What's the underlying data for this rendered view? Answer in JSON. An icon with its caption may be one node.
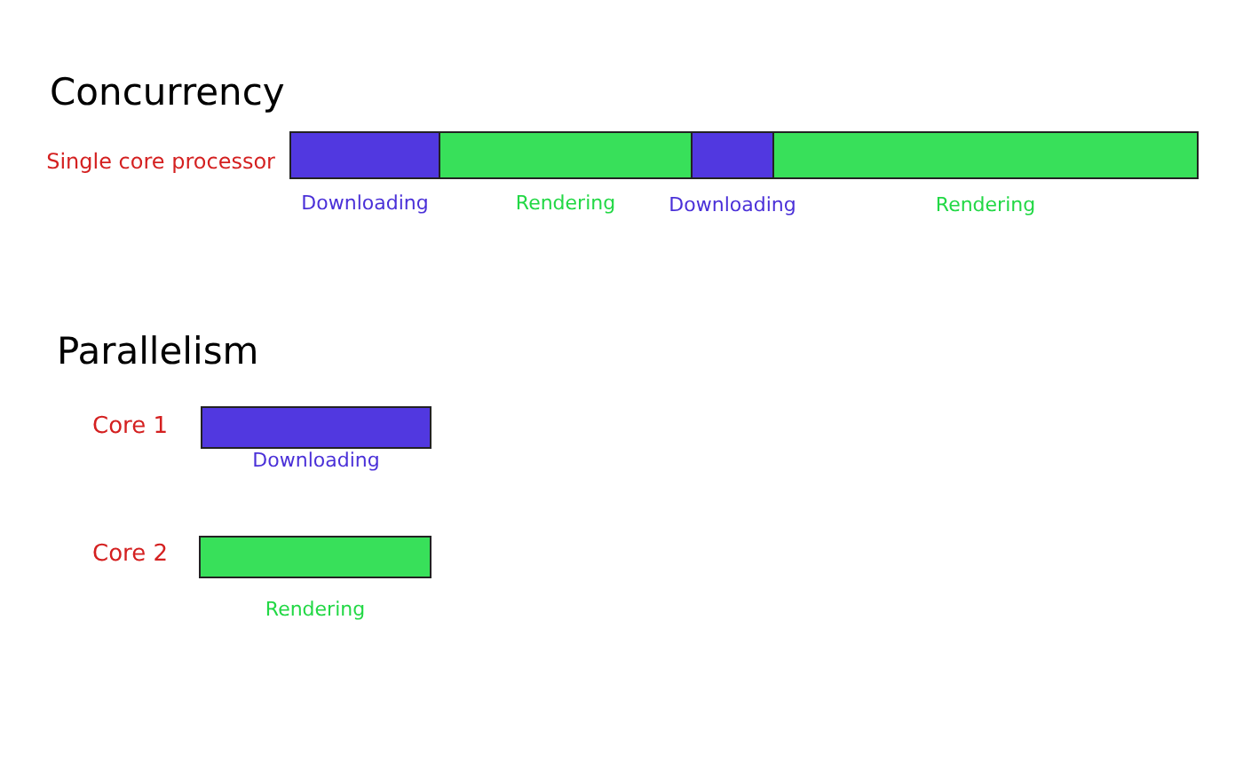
{
  "diagram": {
    "nodes": [
      {
        "text": [
          "Downloading"
        ]
      },
      {
        "text": [
          "Rendering"
        ]
      },
      {
        "text": [
          "Downloading"
        ]
      },
      {
        "text": [
          "Rendering"
        ]
      },
      {
        "text": [
          "Downloading"
        ]
      },
      {
        "text": [
          "Rendering"
        ]
      }
    ],
    "labels": [
      "Concurrency",
      "Single core processor",
      "Parallelism",
      "Core 1",
      "Core 2"
    ]
  }
}
